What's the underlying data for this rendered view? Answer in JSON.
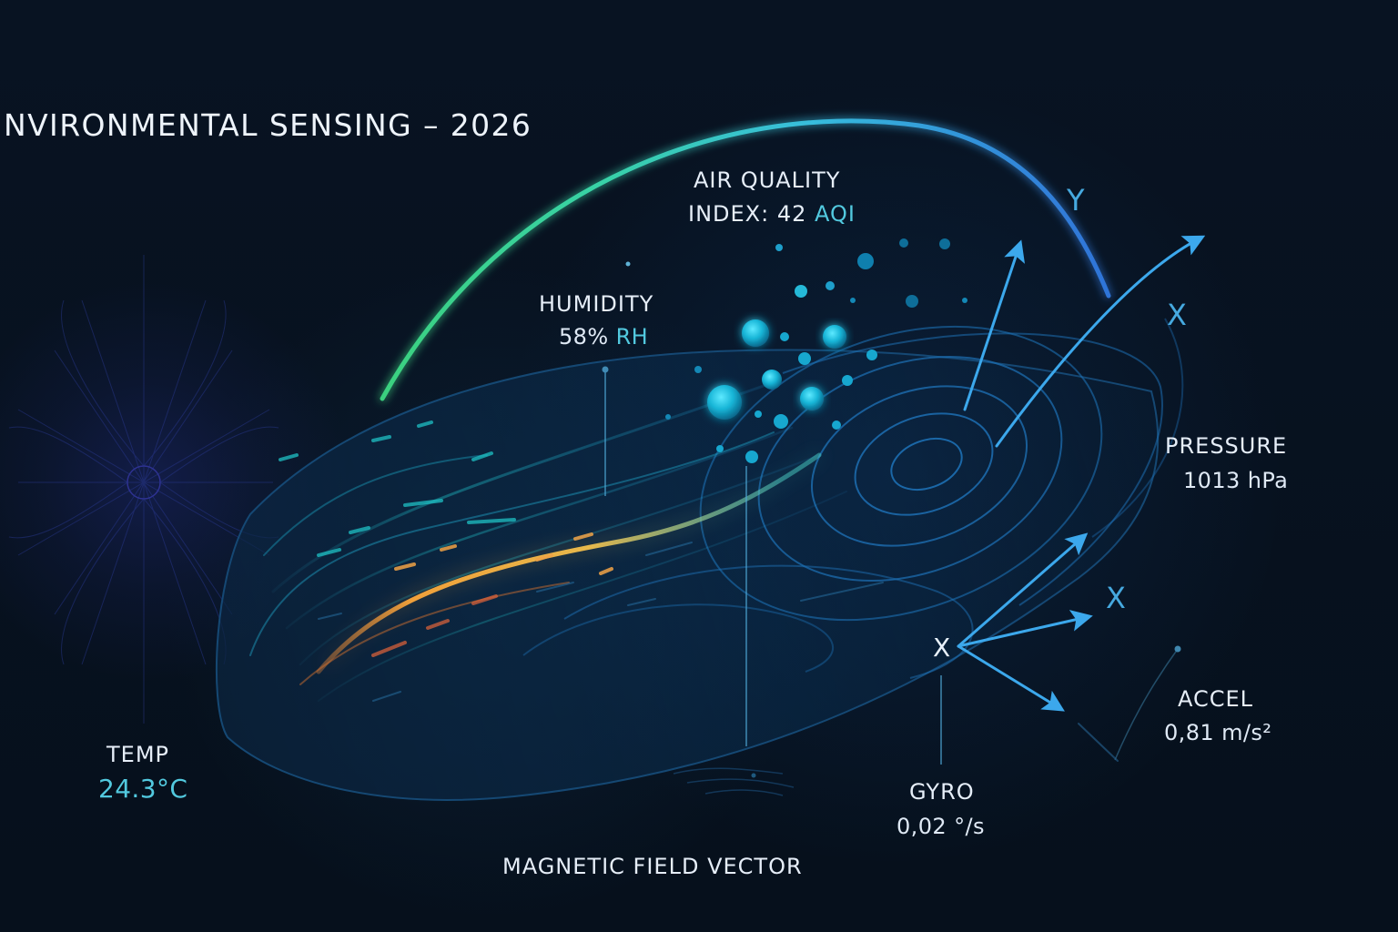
{
  "title": "NVIRONMENTAL SENSING – 2026",
  "air_quality": {
    "label_line1": "AIR QUALITY",
    "label_line2_prefix": "INDEX: 42",
    "unit": "AQI"
  },
  "humidity": {
    "label": "HUMIDITY",
    "value": "58%",
    "unit": "RH"
  },
  "pressure": {
    "label": "PRESSURE",
    "value": "1013 hPa"
  },
  "accel": {
    "label": "ACCEL",
    "value": "0,81 m/s²"
  },
  "gyro": {
    "label": "GYRO",
    "value": "0,02 °/s"
  },
  "temp": {
    "label": "TEMP",
    "value": "24.3°C"
  },
  "magnetic": {
    "label": "MAGNETIC FIELD VECTOR"
  },
  "axes": {
    "y_label": "Y",
    "x_upper": "X",
    "x_middle": "X",
    "x_left": "X"
  },
  "colors": {
    "background": "#07111f",
    "accent_cyan": "#52c9df",
    "accent_blue": "#46a9df",
    "arc_green": "#40d59a",
    "arc_blue": "#3c86e8",
    "wave_orange": "#f2a43a",
    "text": "#e6eef8"
  }
}
